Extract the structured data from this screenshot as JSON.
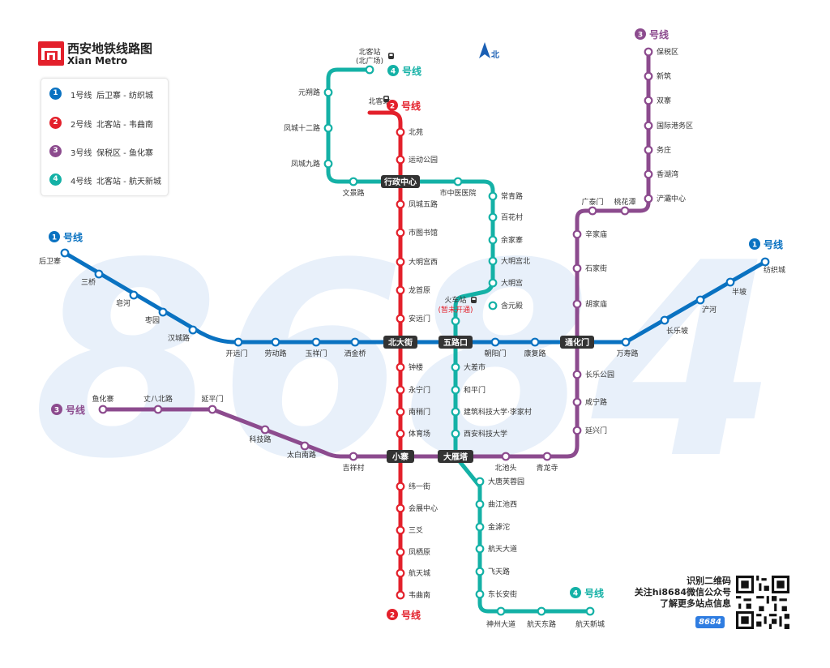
{
  "header": {
    "title_cn": "西安地铁线路图",
    "title_en": "Xian Metro"
  },
  "compass": {
    "label": "北"
  },
  "legend": [
    {
      "num": "1",
      "name": "1号线",
      "route": "后卫寨 - 纺织城",
      "color": "#0a72c1"
    },
    {
      "num": "2",
      "name": "2号线",
      "route": "北客站 - 韦曲南",
      "color": "#e3202b"
    },
    {
      "num": "3",
      "name": "3号线",
      "route": "保税区 - 鱼化寨",
      "color": "#8c4b8e"
    },
    {
      "num": "4",
      "name": "4号线",
      "route": "北客站 - 航天新城",
      "color": "#14b1a6"
    }
  ],
  "line_tags": [
    {
      "num": "1",
      "text": "号线",
      "line": "1"
    },
    {
      "num": "1",
      "text": "号线",
      "line": "1"
    },
    {
      "num": "2",
      "text": "号线",
      "line": "2"
    },
    {
      "num": "2",
      "text": "号线",
      "line": "2"
    },
    {
      "num": "3",
      "text": "号线",
      "line": "3"
    },
    {
      "num": "3",
      "text": "号线",
      "line": "3"
    },
    {
      "num": "4",
      "text": "号线",
      "line": "4"
    },
    {
      "num": "4",
      "text": "号线",
      "line": "4"
    }
  ],
  "transfer_stations": [
    "行政中心",
    "北大街",
    "五路口",
    "通化门",
    "小寨",
    "大雁塔"
  ],
  "stations": {
    "line1": [
      "后卫寨",
      "三桥",
      "皂河",
      "枣园",
      "汉城路",
      "开远门",
      "劳动路",
      "玉祥门",
      "洒金桥",
      "朝阳门",
      "康复路",
      "万寿路",
      "长乐坡",
      "浐河",
      "半坡",
      "纺织城"
    ],
    "line2": [
      "北客站",
      "北苑",
      "运动公园",
      "凤城五路",
      "市图书馆",
      "大明宫西",
      "龙首原",
      "安远门",
      "钟楼",
      "永宁门",
      "南稍门",
      "体育场",
      "纬一街",
      "会展中心",
      "三爻",
      "凤栖原",
      "航天城",
      "韦曲南"
    ],
    "line3": [
      "保税区",
      "新筑",
      "双寨",
      "国际港务区",
      "务庄",
      "香湖湾",
      "浐灞中心",
      "桃花潭",
      "广泰门",
      "辛家庙",
      "石家街",
      "胡家庙",
      "长乐公园",
      "咸宁路",
      "延兴门",
      "青龙寺",
      "北池头",
      "吉祥村",
      "太白南路",
      "科技路",
      "延平门",
      "丈八北路",
      "鱼化寨"
    ],
    "line4": [
      "北客站",
      "(北广场)",
      "元朔路",
      "凤城十二路",
      "凤城九路",
      "文景路",
      "市中医医院",
      "常青路",
      "百花村",
      "余家寨",
      "大明宫北",
      "大明宫",
      "含元殿",
      "火车站",
      "(暂未开通)",
      "大差市",
      "和平门",
      "建筑科技大学·李家村",
      "西安科技大学",
      "大唐芙蓉园",
      "曲江池西",
      "金滹沱",
      "航天大道",
      "飞天路",
      "东长安街",
      "神州大道",
      "航天东路",
      "航天新城"
    ]
  },
  "qr_info": {
    "line1": "识别二维码",
    "line2": "关注hi8684微信公众号",
    "line3": "了解更多站点信息",
    "badge": "8684"
  },
  "watermark": "8684",
  "colors": {
    "line1": "#0a72c1",
    "line2": "#e3202b",
    "line3": "#8c4b8e",
    "line4": "#14b1a6",
    "transfer_bg": "#333333",
    "watermark": "#e8f0fa",
    "note_red": "#e3202b"
  }
}
